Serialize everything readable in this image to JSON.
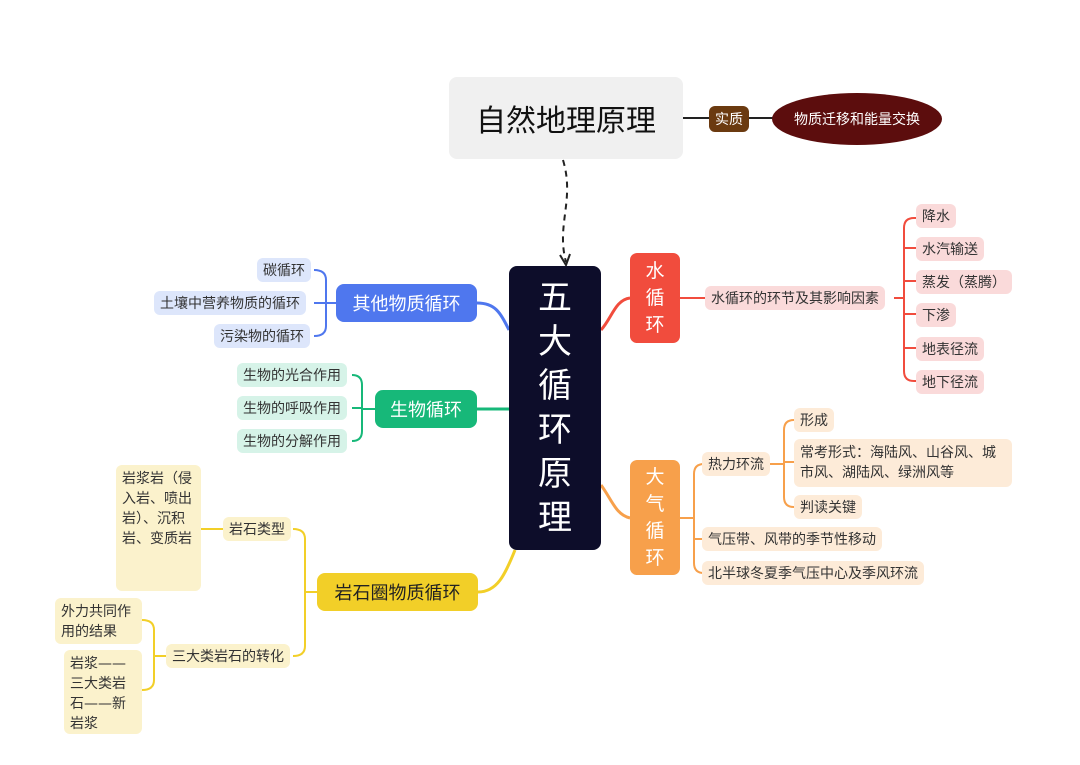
{
  "top": {
    "title": "自然地理原理",
    "tag": "实质",
    "essence": "物质迁移和能量交换"
  },
  "center": {
    "chars": [
      "五",
      "大",
      "循",
      "环",
      "原",
      "理"
    ]
  },
  "water": {
    "chars": [
      "水",
      "循",
      "环"
    ],
    "sub": "水循环的环节及其影响因素",
    "items": [
      "降水",
      "水汽输送",
      "蒸发（蒸腾）",
      "下渗",
      "地表径流",
      "地下径流"
    ]
  },
  "air": {
    "chars": [
      "大",
      "气",
      "循",
      "环"
    ],
    "thermal": "热力环流",
    "thermal_items": [
      "形成",
      "常考形式：海陆风、山谷风、城市风、湖陆风、绿洲风等",
      "判读关键"
    ],
    "pressure": "气压带、风带的季节性移动",
    "monsoon": "北半球冬夏季气压中心及季风环流"
  },
  "other": {
    "label": "其他物质循环",
    "items": [
      "碳循环",
      "土壤中营养物质的循环",
      "污染物的循环"
    ]
  },
  "bio": {
    "label": "生物循环",
    "items": [
      "生物的光合作用",
      "生物的呼吸作用",
      "生物的分解作用"
    ]
  },
  "rock": {
    "label": "岩石圈物质循环",
    "types_label": "岩石类型",
    "types_detail": "岩浆岩（侵入岩、喷出岩）、沉积岩、变质岩",
    "trans_label": "三大类岩石的转化",
    "trans_items": [
      "外力共同作用的结果",
      "岩浆——三大类岩石——新岩浆"
    ]
  },
  "colors": {
    "water": "#f14c3d",
    "air": "#f7a04b",
    "other": "#4f77ee",
    "bio": "#17b879",
    "rock": "#f2cf28",
    "center": "#0d0d2a",
    "tag": "#6b3a10",
    "essence": "#5c0d0d"
  }
}
